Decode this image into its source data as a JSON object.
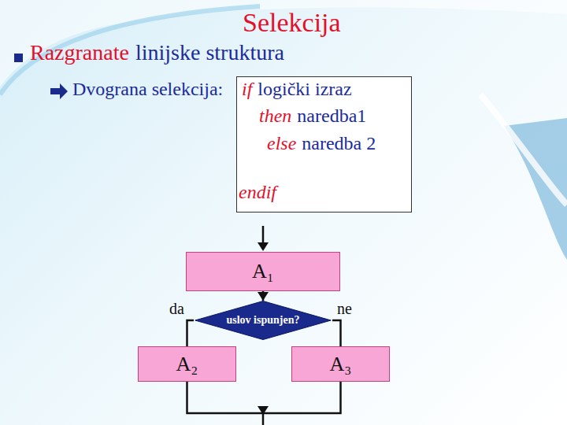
{
  "diagram": {
    "title": "Selekcija",
    "nodes": [
      {
        "text": [
          "if",
          "logički izraz",
          "then",
          "naredba1",
          "else",
          "naredba 2",
          "endif"
        ]
      },
      {
        "text": [
          "A₁"
        ]
      },
      {
        "text": [
          "uslov ispunjen?"
        ]
      },
      {
        "text": [
          "A₂"
        ]
      },
      {
        "text": [
          "A₃"
        ]
      }
    ],
    "edges": [
      {
        "from": 1,
        "to": 2,
        "arrow": "to"
      },
      {
        "from": 2,
        "to": 3,
        "label": "da",
        "arrow": "none"
      },
      {
        "from": 2,
        "to": 4,
        "label": "ne",
        "arrow": "none"
      }
    ],
    "labels": [
      "Razgranate",
      "linijske struktura",
      "Dvograna selekcija:"
    ]
  }
}
